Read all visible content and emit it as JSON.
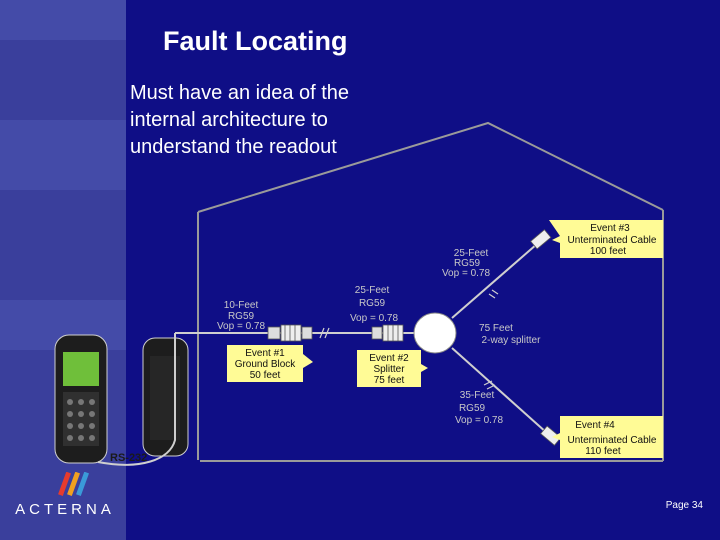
{
  "slide": {
    "title": "Fault Locating",
    "intro_lines": [
      "Must have an idea of the",
      "internal architecture to",
      "understand the readout"
    ],
    "page_label": "Page 34",
    "logo_text": "ACTERNA",
    "colors": {
      "background": "#0f0e86",
      "callout": "#fffb96",
      "wire": "#cfcfcf",
      "side_panel": "#3a3f9c"
    }
  },
  "diagram": {
    "rs232_label": "RS-232",
    "cable_labels": {
      "first": {
        "lines": [
          "10-Feet",
          "RG59",
          "Vop = 0.78"
        ]
      },
      "second": {
        "lines": [
          "25-Feet",
          "RG59",
          "Vop = 0.78"
        ]
      },
      "upper": {
        "lines": [
          "25-Feet",
          "RG59",
          "Vop = 0.78"
        ]
      },
      "lower": {
        "lines": [
          "35-Feet",
          "RG59",
          "Vop = 0.78"
        ]
      }
    },
    "splitter_label": {
      "lines": [
        "75 Feet",
        "2-way splitter"
      ]
    },
    "events": [
      {
        "lines": [
          "Event #1",
          "Ground Block",
          "50 feet"
        ]
      },
      {
        "lines": [
          "Event #2",
          "Splitter",
          "75 feet"
        ]
      },
      {
        "lines": [
          "Event #3",
          "Unterminated Cable",
          "100 feet"
        ]
      },
      {
        "lines": [
          "Event #4",
          "Unterminated Cable",
          "110 feet"
        ]
      }
    ]
  }
}
